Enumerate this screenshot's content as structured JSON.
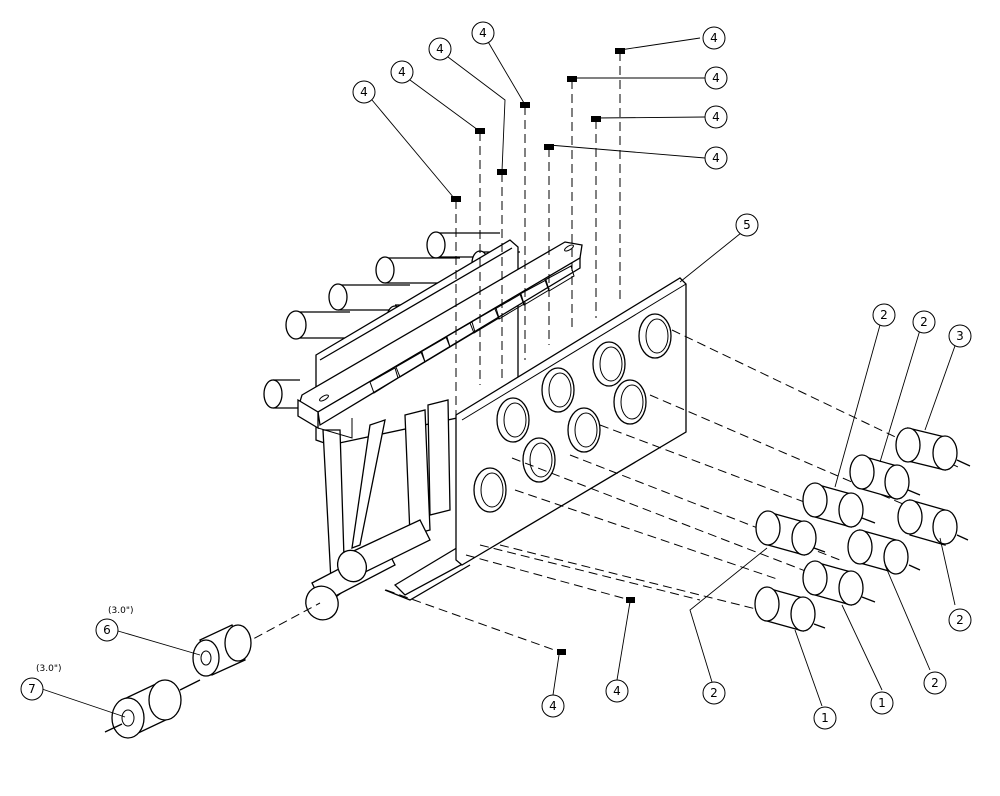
{
  "balloons": [
    {
      "id": "b4-a",
      "text": "4"
    },
    {
      "id": "b4-b",
      "text": "4"
    },
    {
      "id": "b4-c",
      "text": "4"
    },
    {
      "id": "b4-d",
      "text": "4"
    },
    {
      "id": "b4-e",
      "text": "4"
    },
    {
      "id": "b4-f",
      "text": "4"
    },
    {
      "id": "b4-g",
      "text": "4"
    },
    {
      "id": "b4-h",
      "text": "4"
    },
    {
      "id": "b4-i",
      "text": "4"
    },
    {
      "id": "b4-j",
      "text": "4"
    },
    {
      "id": "b5",
      "text": "5"
    },
    {
      "id": "b2-a",
      "text": "2"
    },
    {
      "id": "b2-b",
      "text": "2"
    },
    {
      "id": "b3",
      "text": "3"
    },
    {
      "id": "b2-c",
      "text": "2"
    },
    {
      "id": "b2-d",
      "text": "2"
    },
    {
      "id": "b2-e",
      "text": "2"
    },
    {
      "id": "b1-a",
      "text": "1"
    },
    {
      "id": "b1-b",
      "text": "1"
    },
    {
      "id": "b6",
      "text": "6"
    },
    {
      "id": "b7",
      "text": "7"
    }
  ],
  "notes": {
    "spacer_6": "(3.0\")",
    "spacer_7": "(3.0\")"
  }
}
